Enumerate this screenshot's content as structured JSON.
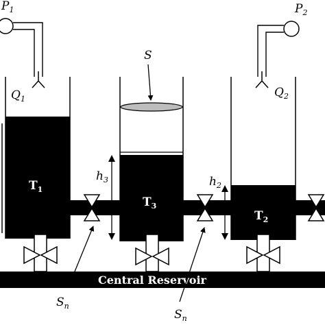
{
  "pumps": [
    {
      "label": "P",
      "sub": "1"
    },
    {
      "label": "P",
      "sub": "2"
    }
  ],
  "inflows": [
    {
      "label": "Q",
      "sub": "1"
    },
    {
      "label": "Q",
      "sub": "2"
    }
  ],
  "tanks": [
    {
      "label": "T",
      "sub": "1"
    },
    {
      "label": "T",
      "sub": "3"
    },
    {
      "label": "T",
      "sub": "2"
    }
  ],
  "levels": [
    {
      "label": "h",
      "sub": "3"
    },
    {
      "label": "h",
      "sub": "2"
    }
  ],
  "surface_label": "S",
  "valve_labels": [
    {
      "label": "S",
      "sub": "n"
    },
    {
      "label": "S",
      "sub": "n"
    }
  ],
  "reservoir_label": "Central Reservoir",
  "colors": {
    "fluid": "#000000",
    "surface": "#bdbdbd",
    "background": "#ffffff"
  }
}
